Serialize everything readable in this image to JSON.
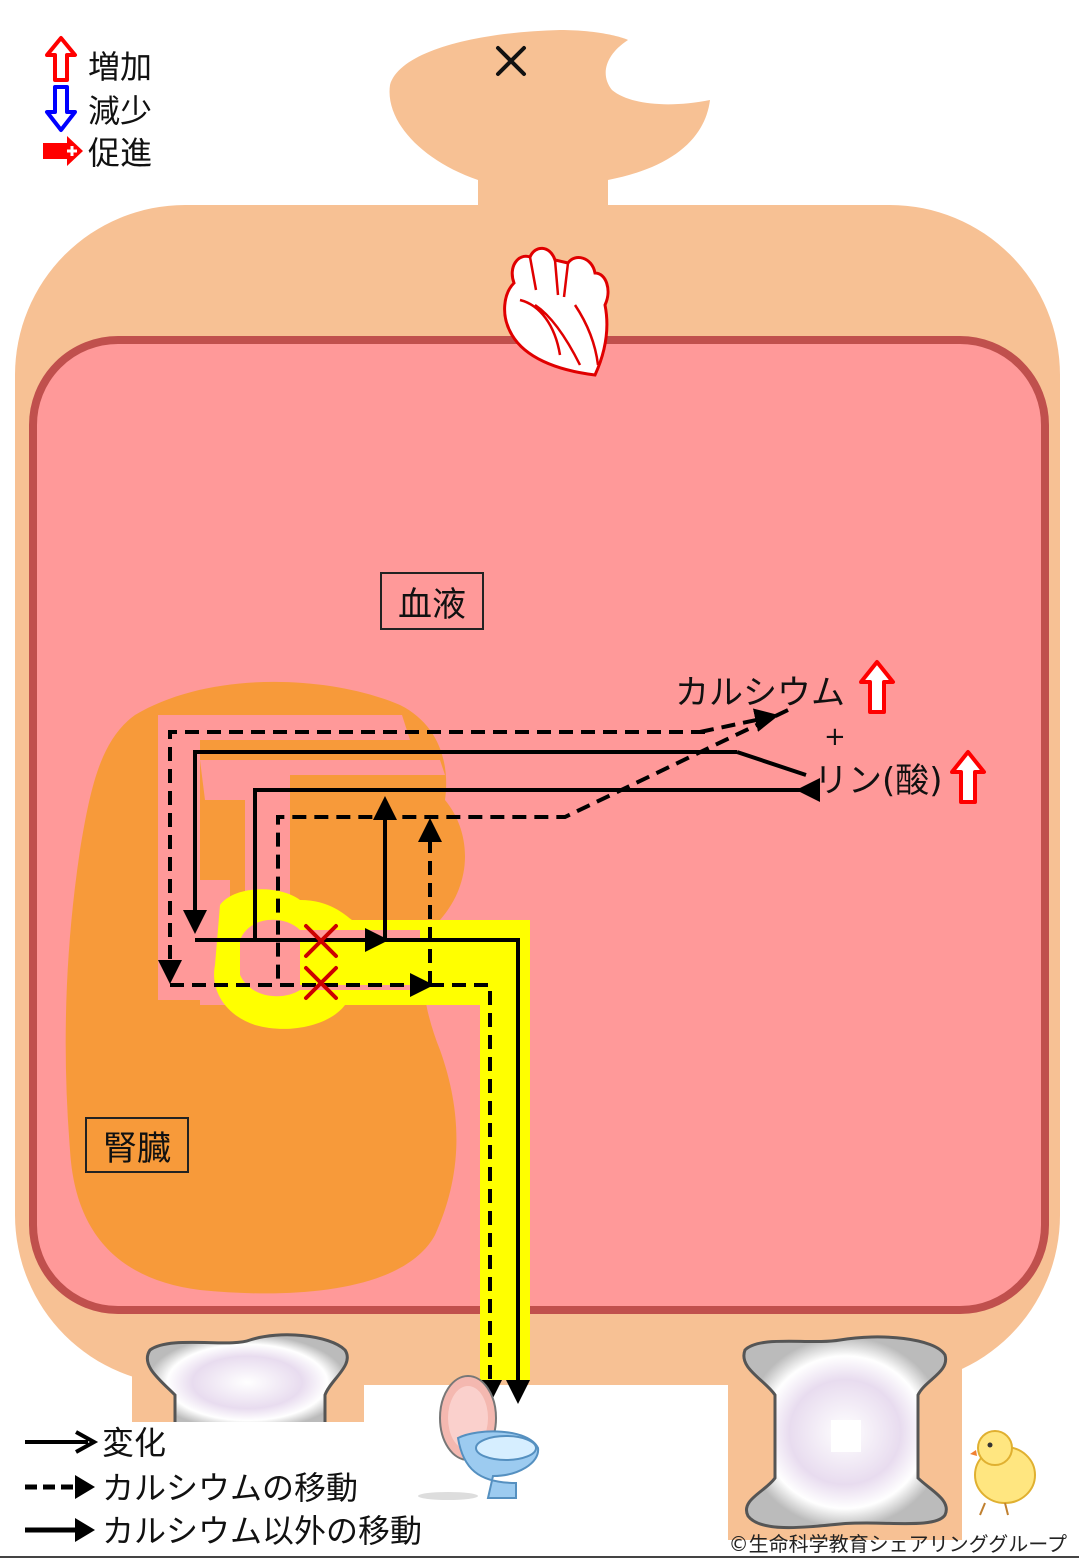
{
  "legend_top": {
    "increase": "増加",
    "decrease": "減少",
    "promote": "促進"
  },
  "labels": {
    "blood": "血液",
    "kidney": "腎臓",
    "calcium": "カルシウム",
    "plus": "+",
    "phosphate": "リン(酸)"
  },
  "legend_bottom": {
    "change": "変化",
    "calcium_move": "カルシウムの移動",
    "other_move": "カルシウム以外の移動"
  },
  "copyright": "©生命科学教育シェアリンググループ",
  "colors": {
    "body": "#F7C194",
    "blood": "#FF9999",
    "blood_border": "#C0504D",
    "kidney": "#F79A3A",
    "urine_path": "#FFFF00",
    "increase_arrow": "#FF0000",
    "decrease_arrow": "#0000FF",
    "block_mark": "#CC0000"
  },
  "icons": {
    "parathyroid_blocked": "x-mark-icon",
    "heart": "heart-icon",
    "toilet": "toilet-icon",
    "chick": "chick-icon",
    "bone_left": "bone-icon",
    "bone_right": "bone-icon"
  }
}
